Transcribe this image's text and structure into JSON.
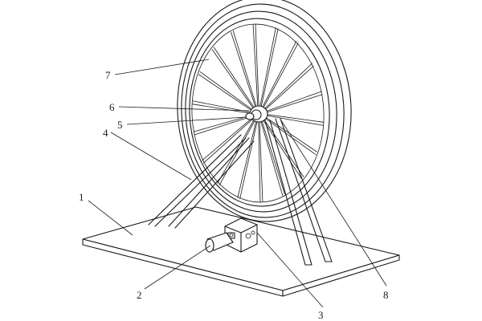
{
  "callouts": [
    {
      "id": "1",
      "text": "1"
    },
    {
      "id": "2",
      "text": "2"
    },
    {
      "id": "3",
      "text": "3"
    },
    {
      "id": "4",
      "text": "4"
    },
    {
      "id": "5",
      "text": "5"
    },
    {
      "id": "6",
      "text": "6"
    },
    {
      "id": "7",
      "text": "7"
    },
    {
      "id": "8",
      "text": "8"
    }
  ],
  "colors": {
    "line": "#1a1a1a",
    "background": "#ffffff"
  }
}
